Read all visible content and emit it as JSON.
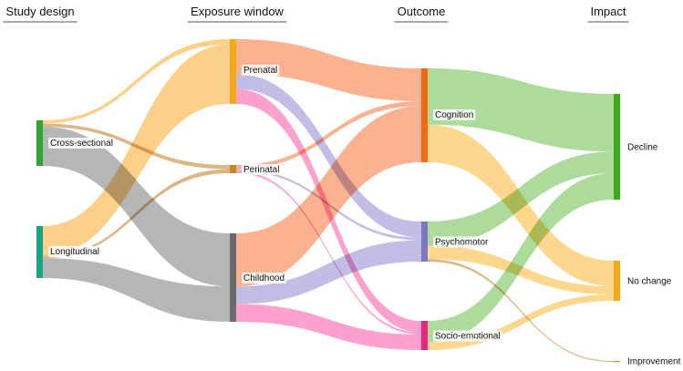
{
  "headers": [
    {
      "id": "design",
      "label": "Study design"
    },
    {
      "id": "window",
      "label": "Exposure window"
    },
    {
      "id": "outcome",
      "label": "Outcome"
    },
    {
      "id": "impact",
      "label": "Impact"
    }
  ],
  "nodes": [
    {
      "id": "cross",
      "label": "Cross-sectional",
      "column": "design",
      "color": "#2ea82e"
    },
    {
      "id": "long",
      "label": "Longitudinal",
      "column": "design",
      "color": "#1aa384"
    },
    {
      "id": "prenatal",
      "label": "Prenatal",
      "column": "window",
      "color": "#f5a91a"
    },
    {
      "id": "perinatal",
      "label": "Perinatal",
      "column": "window",
      "color": "#c8862a"
    },
    {
      "id": "childhood",
      "label": "Childhood",
      "column": "window",
      "color": "#6a6a6a"
    },
    {
      "id": "cognition",
      "label": "Cognition",
      "column": "outcome",
      "color": "#f26a14"
    },
    {
      "id": "psychomotor",
      "label": "Psychomotor",
      "column": "outcome",
      "color": "#7b77c0"
    },
    {
      "id": "socio",
      "label": "Socio-emotional",
      "column": "outcome",
      "color": "#e8267e"
    },
    {
      "id": "decline",
      "label": "Decline",
      "column": "impact",
      "color": "#3aaa1f"
    },
    {
      "id": "nochange",
      "label": "No change",
      "column": "impact",
      "color": "#f5a91a"
    },
    {
      "id": "improvement",
      "label": "Improvement",
      "column": "impact",
      "color": "#c8862a"
    }
  ],
  "flow_colors": {
    "cross": "#a9a9a9",
    "long": "#fcc873",
    "cross_to_prenatal": "#fcc873",
    "cross_to_perinatal": "#d8a870",
    "long_to_perinatal": "#d8a870",
    "prenatal": "#f9a57d",
    "perinatal": "#f9a57d",
    "childhood": "#f9a57d",
    "to_psychomotor": "#b7b2e0",
    "to_socio": "#fb90c4",
    "to_decline": "#9ed58a",
    "to_nochange": "#fcd079",
    "to_improvement": "#d8a870"
  },
  "links": [
    {
      "source": "cross",
      "target": "prenatal",
      "value": 1
    },
    {
      "source": "cross",
      "target": "perinatal",
      "value": 1
    },
    {
      "source": "cross",
      "target": "childhood",
      "value": 12
    },
    {
      "source": "long",
      "target": "prenatal",
      "value": 12
    },
    {
      "source": "long",
      "target": "perinatal",
      "value": 1
    },
    {
      "source": "long",
      "target": "childhood",
      "value": 8
    },
    {
      "source": "prenatal",
      "target": "cognition",
      "value": 7
    },
    {
      "source": "prenatal",
      "target": "psychomotor",
      "value": 3
    },
    {
      "source": "prenatal",
      "target": "socio",
      "value": 3
    },
    {
      "source": "perinatal",
      "target": "cognition",
      "value": 1
    },
    {
      "source": "perinatal",
      "target": "psychomotor",
      "value": 0.5
    },
    {
      "source": "perinatal",
      "target": "socio",
      "value": 0.5
    },
    {
      "source": "childhood",
      "target": "cognition",
      "value": 12
    },
    {
      "source": "childhood",
      "target": "psychomotor",
      "value": 4
    },
    {
      "source": "childhood",
      "target": "socio",
      "value": 4
    },
    {
      "source": "cognition",
      "target": "decline",
      "value": 12
    },
    {
      "source": "cognition",
      "target": "nochange",
      "value": 8
    },
    {
      "source": "psychomotor",
      "target": "decline",
      "value": 4.5
    },
    {
      "source": "psychomotor",
      "target": "nochange",
      "value": 2.5
    },
    {
      "source": "psychomotor",
      "target": "improvement",
      "value": 0.5
    },
    {
      "source": "socio",
      "target": "decline",
      "value": 5.5
    },
    {
      "source": "socio",
      "target": "nochange",
      "value": 2
    }
  ]
}
